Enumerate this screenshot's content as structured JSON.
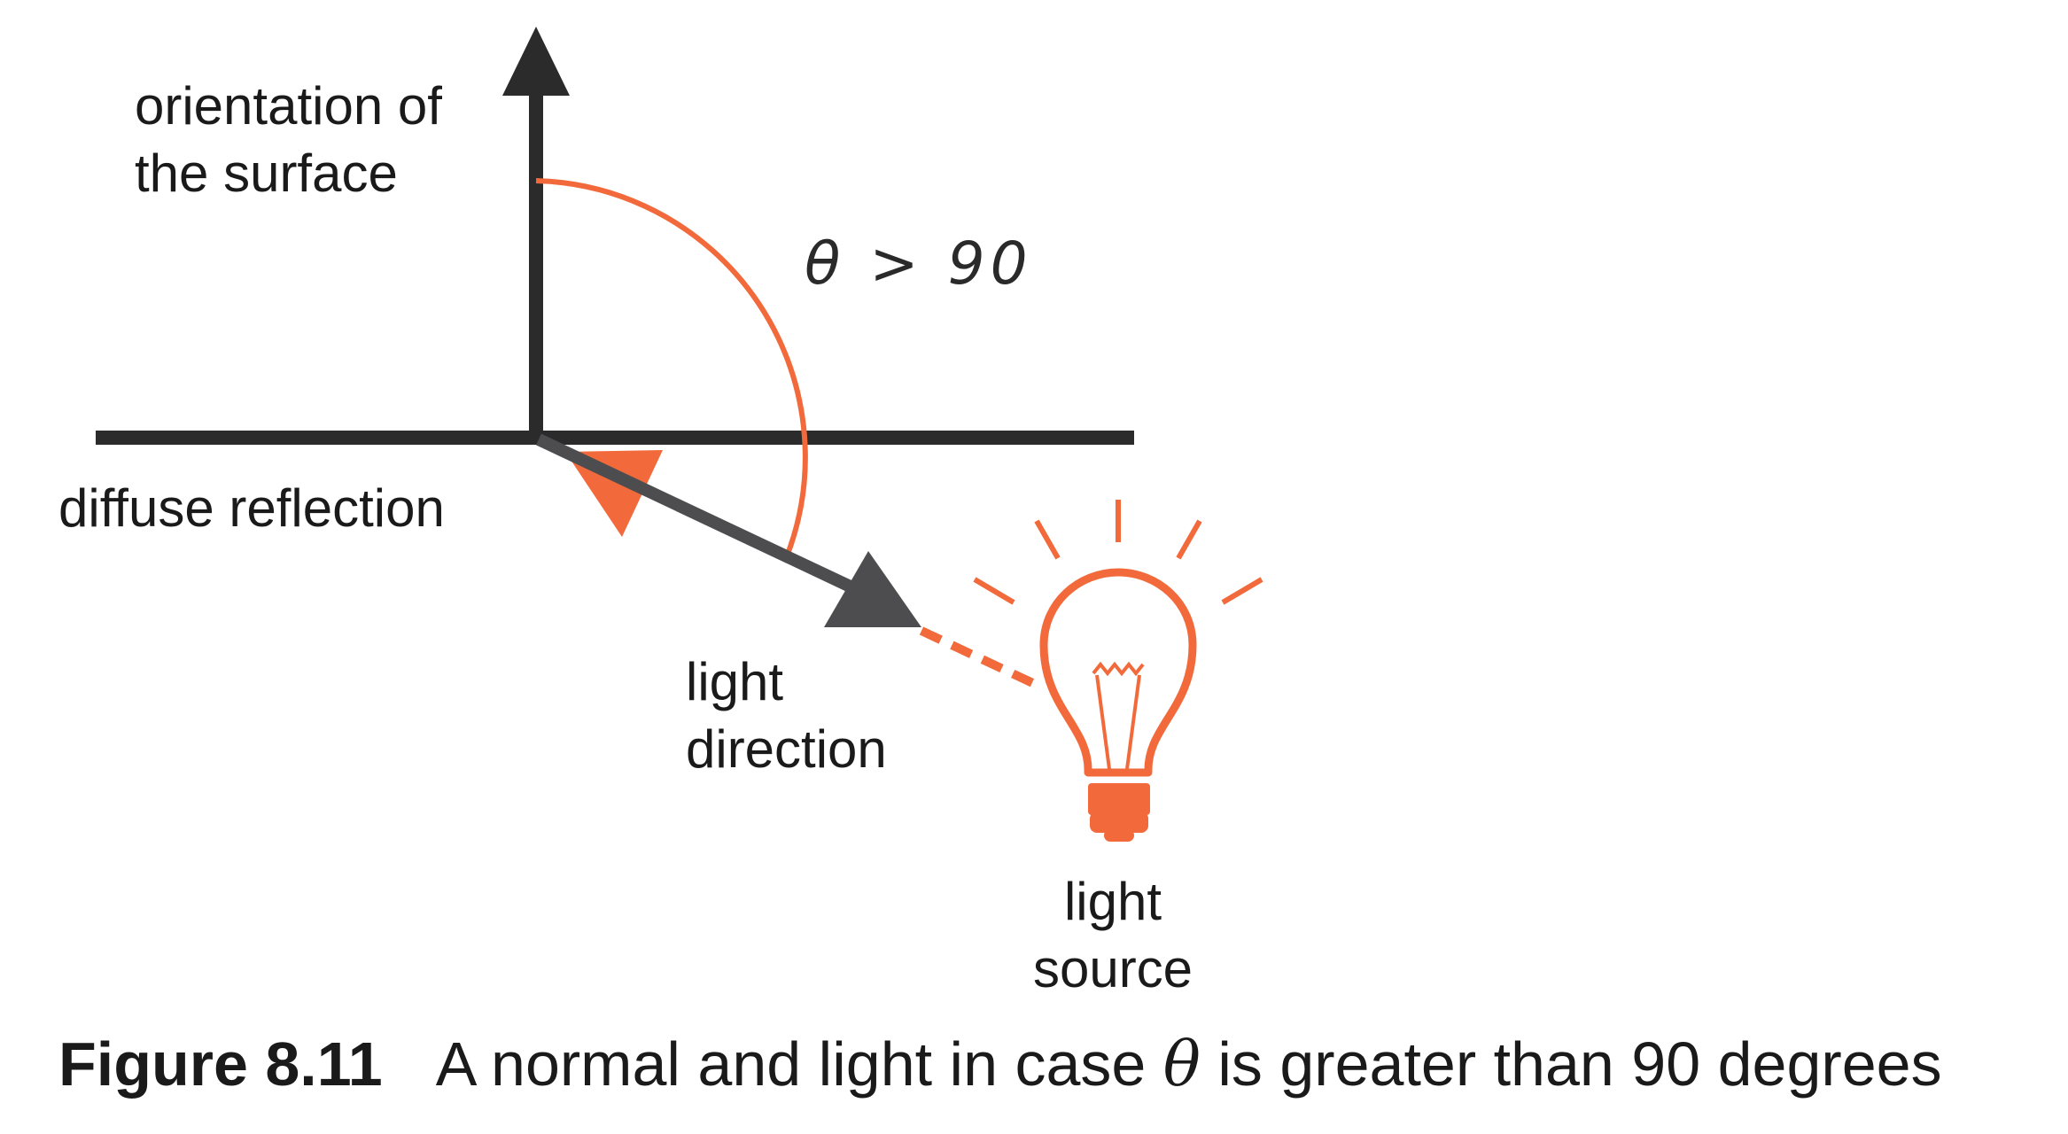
{
  "labels": {
    "orientation_line1": "orientation of",
    "orientation_line2": "the surface",
    "angle": "θ > 90",
    "surface": "diffuse reflection",
    "light_direction_line1": "light",
    "light_direction_line2": "direction",
    "light_source_line1": "light",
    "light_source_line2": "source"
  },
  "caption": {
    "figure_number": "Figure 8.11",
    "text_before": "A normal and light in case ",
    "symbol": "θ",
    "text_after": " is greater than 90 degrees"
  },
  "colors": {
    "accent": "#f26a3b",
    "line_dark": "#2b2b2b",
    "arrow_gray": "#4d4d4f",
    "text": "#1a1a1a"
  },
  "icons": {
    "normal_arrow": "arrow-up-icon",
    "light_arrow": "arrow-icon",
    "bulb": "light-bulb-icon"
  }
}
